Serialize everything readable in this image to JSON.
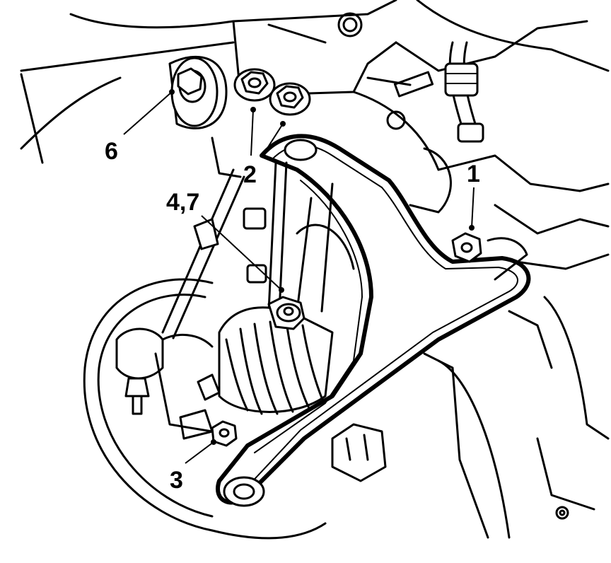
{
  "callouts": [
    {
      "id": "1",
      "label": "1"
    },
    {
      "id": "2",
      "label": "2"
    },
    {
      "id": "3",
      "label": "3"
    },
    {
      "id": "4-7",
      "label": "4,7"
    },
    {
      "id": "6",
      "label": "6"
    }
  ]
}
